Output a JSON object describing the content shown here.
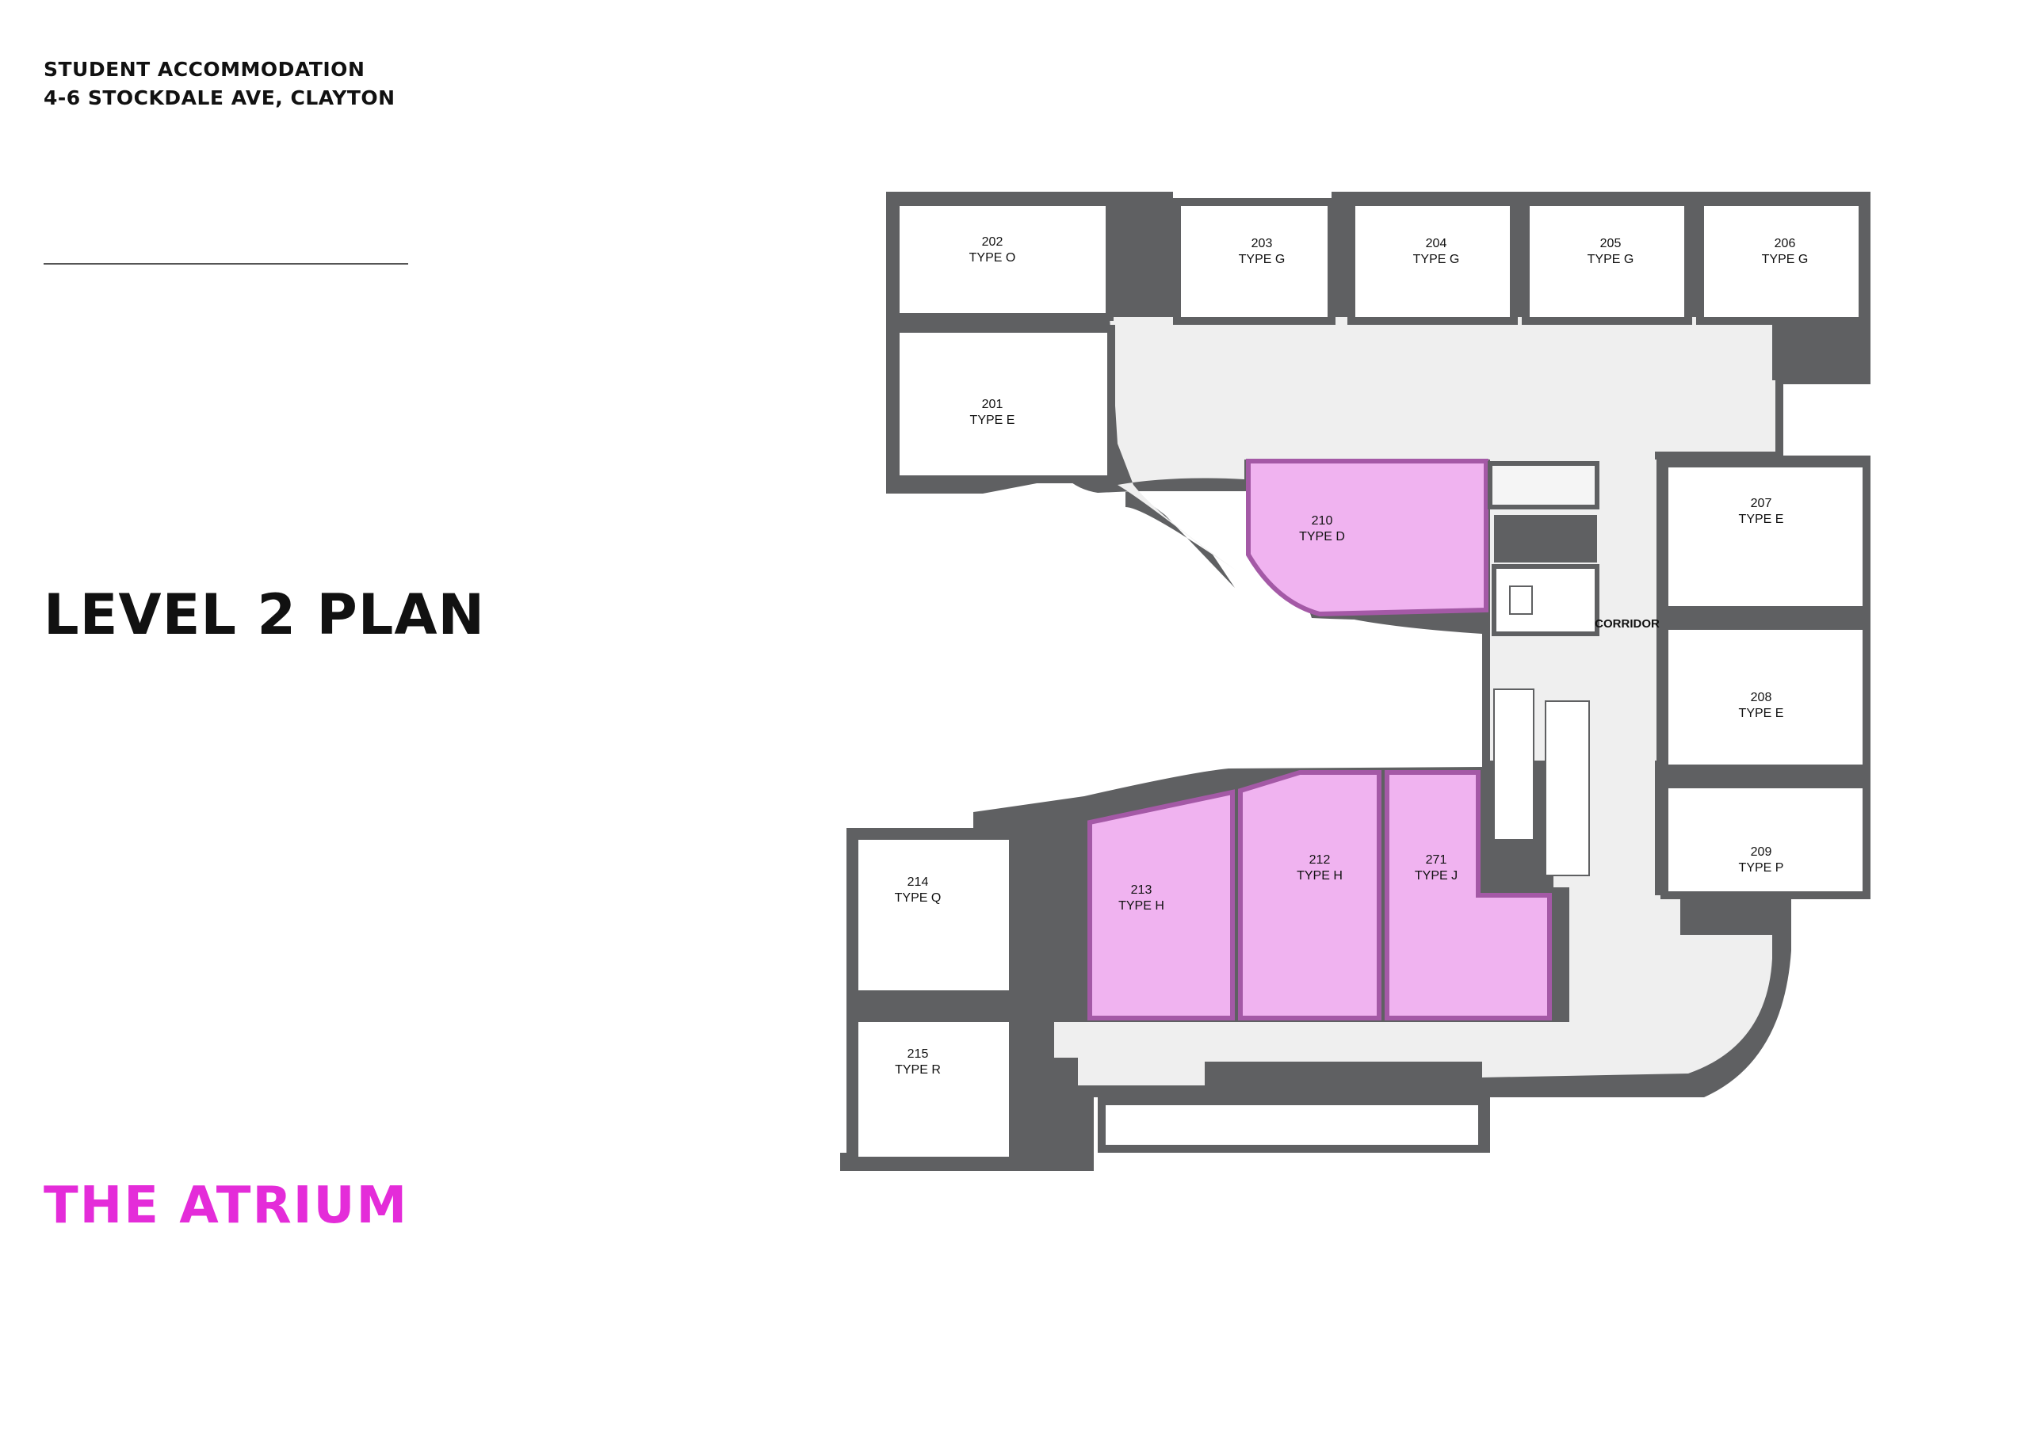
{
  "header": {
    "line1": "STUDENT ACCOMMODATION",
    "line2": "4-6 STOCKDALE AVE, CLAYTON"
  },
  "plan_title": "LEVEL 2 PLAN",
  "brand": "THE ATRIUM",
  "corridor_label": "CORRIDOR",
  "colors": {
    "wall": "#5f6062",
    "highlight": "#f0b3f0",
    "highlight_outline": "#a459a6",
    "floor": "#ffffff",
    "common": "#f1f1f1",
    "brand": "#e42cd9"
  },
  "units": [
    {
      "id": "u202",
      "number": "202",
      "type": "TYPE O",
      "highlighted": false
    },
    {
      "id": "u203",
      "number": "203",
      "type": "TYPE G",
      "highlighted": false
    },
    {
      "id": "u204",
      "number": "204",
      "type": "TYPE G",
      "highlighted": false
    },
    {
      "id": "u205",
      "number": "205",
      "type": "TYPE G",
      "highlighted": false
    },
    {
      "id": "u206",
      "number": "206",
      "type": "TYPE G",
      "highlighted": false
    },
    {
      "id": "u201",
      "number": "201",
      "type": "TYPE E",
      "highlighted": false
    },
    {
      "id": "u210",
      "number": "210",
      "type": "TYPE D",
      "highlighted": true
    },
    {
      "id": "u207",
      "number": "207",
      "type": "TYPE E",
      "highlighted": false
    },
    {
      "id": "u208",
      "number": "208",
      "type": "TYPE E",
      "highlighted": false
    },
    {
      "id": "u209",
      "number": "209",
      "type": "TYPE P",
      "highlighted": false
    },
    {
      "id": "u212",
      "number": "212",
      "type": "TYPE H",
      "highlighted": true
    },
    {
      "id": "u213",
      "number": "213",
      "type": "TYPE H",
      "highlighted": true
    },
    {
      "id": "u271",
      "number": "271",
      "type": "TYPE J",
      "highlighted": true
    },
    {
      "id": "u214",
      "number": "214",
      "type": "TYPE Q",
      "highlighted": false
    },
    {
      "id": "u215",
      "number": "215",
      "type": "TYPE R",
      "highlighted": false
    }
  ]
}
